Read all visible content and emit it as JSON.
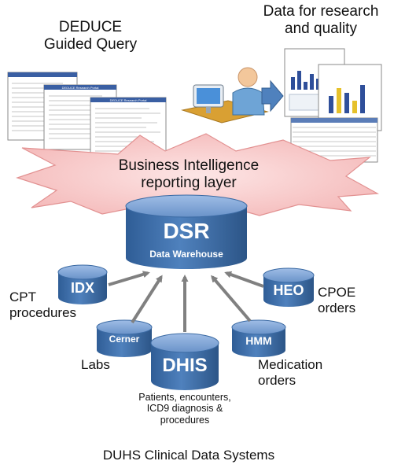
{
  "top": {
    "deduce_title": "DEDUCE\nGuided Query",
    "research_title": "Data for research\nand quality",
    "deduce_screen_header": "DEDUCE Research Portal"
  },
  "bi_layer": {
    "label": "Business Intelligence\nreporting layer"
  },
  "warehouse": {
    "name": "DSR",
    "subtitle": "Data Warehouse"
  },
  "sources": {
    "idx": "IDX",
    "heo": "HEO",
    "cerner": "Cerner",
    "dhis": "DHIS",
    "hmm": "HMM"
  },
  "labels": {
    "cpt": "CPT\nprocedures",
    "cpoe": "CPOE\norders",
    "labs": "Labs",
    "medication": "Medication\norders",
    "patients": "Patients, encounters,\nICD9 diagnosis &\nprocedures"
  },
  "footer": {
    "title": "DUHS Clinical Data Systems"
  },
  "colors": {
    "cylinder": "#4f81bd",
    "cylinder_top": "#7ea6d8",
    "arrow": "#7f7f7f",
    "burst_fill": "#f7c9c9",
    "burst_stroke": "#e08a8a",
    "research_arrow": "#4f81bd"
  }
}
